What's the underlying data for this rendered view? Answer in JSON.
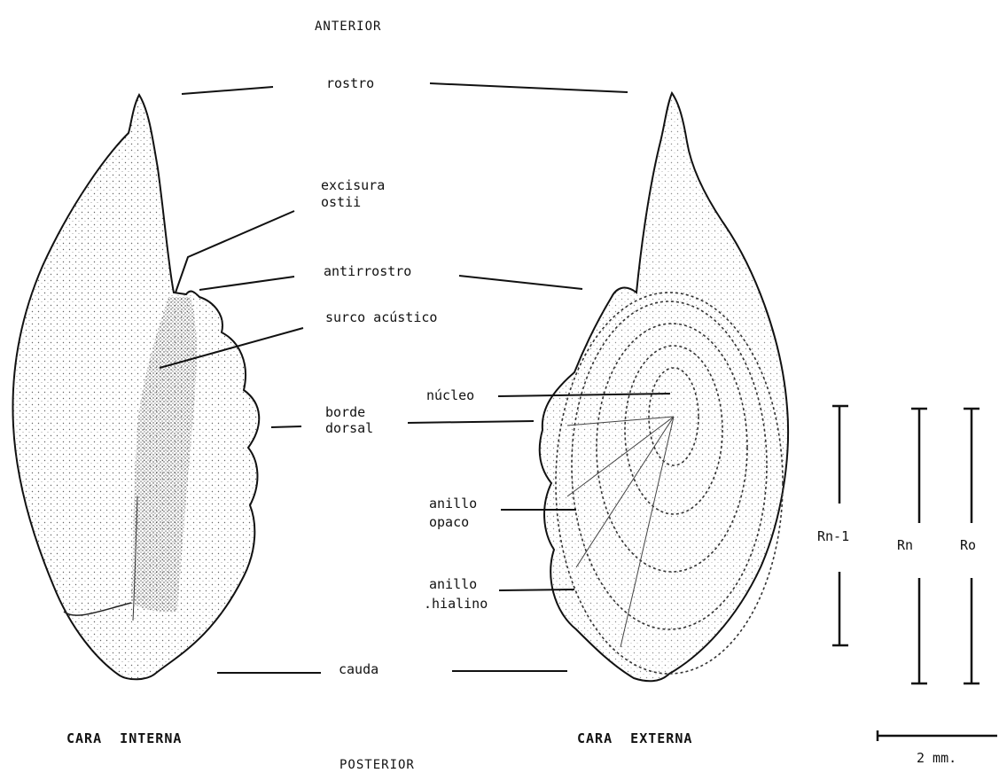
{
  "orientation": {
    "top": "ANTERIOR",
    "bottom": "POSTERIOR"
  },
  "faces": {
    "left": "CARA  INTERNA",
    "right": "CARA  EXTERNA"
  },
  "labels": {
    "rostro": "rostro",
    "excisura_1": "excisura",
    "excisura_2": "ostii",
    "antirrostro": "antirrostro",
    "surco": "surco acústico",
    "nucleo": "núcleo",
    "borde_1": "borde",
    "borde_2": "dorsal",
    "opaco_1": "anillo",
    "opaco_2": "opaco",
    "hialino_1": "anillo",
    "hialino_2": ".hialino",
    "cauda": "cauda"
  },
  "measures": {
    "rn1": "Rn-1",
    "rn": "Rn",
    "ro": "Ro"
  },
  "scale": {
    "label": "2 mm."
  }
}
